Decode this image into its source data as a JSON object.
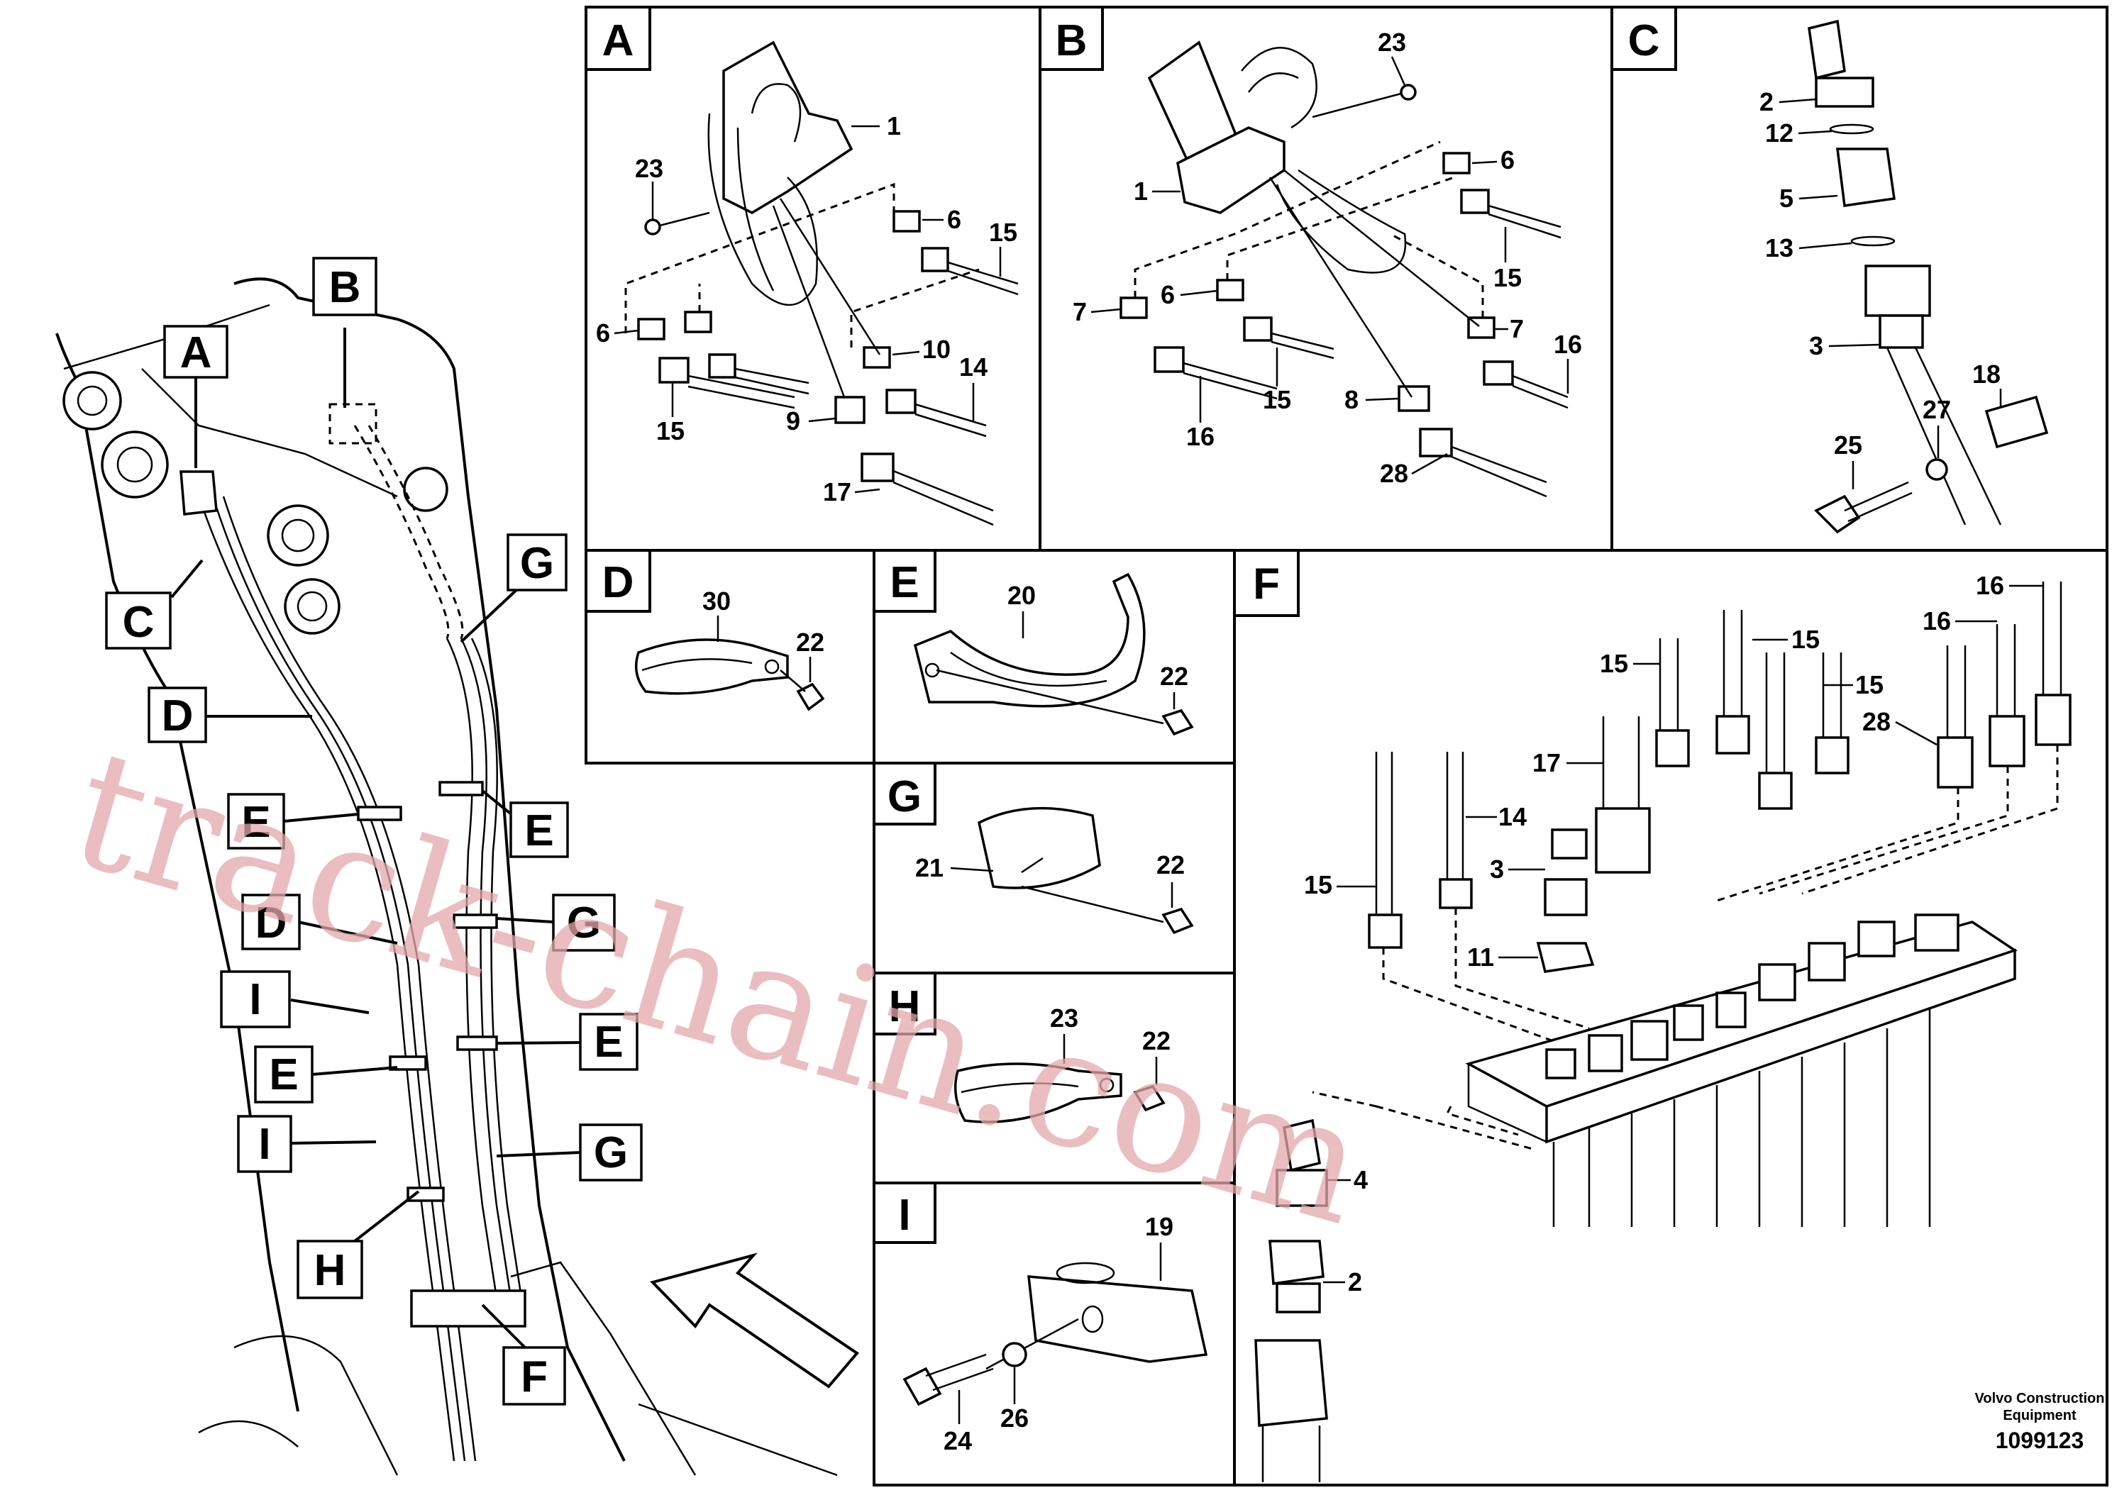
{
  "watermark": "track-chain.com",
  "footer": {
    "company_line1": "Volvo Construction",
    "company_line2": "Equipment",
    "drawing_number": "1099123"
  },
  "overview": {
    "callouts": [
      "A",
      "B",
      "C",
      "D",
      "E",
      "E",
      "D",
      "G",
      "G",
      "I",
      "E",
      "E",
      "I",
      "G",
      "H",
      "F"
    ]
  },
  "panels": {
    "A": {
      "title": "A",
      "parts": [
        "1",
        "23",
        "6",
        "15",
        "6",
        "15",
        "10",
        "14",
        "9",
        "17"
      ]
    },
    "B": {
      "title": "B",
      "parts": [
        "23",
        "1",
        "6",
        "15",
        "7",
        "6",
        "7",
        "16",
        "15",
        "16",
        "8",
        "28"
      ]
    },
    "C": {
      "title": "C",
      "parts": [
        "2",
        "12",
        "5",
        "13",
        "3",
        "18",
        "27",
        "25"
      ]
    },
    "D": {
      "title": "D",
      "parts": [
        "30",
        "22"
      ]
    },
    "E": {
      "title": "E",
      "parts": [
        "20",
        "22"
      ]
    },
    "G": {
      "title": "G",
      "parts": [
        "21",
        "22"
      ]
    },
    "H": {
      "title": "H",
      "parts": [
        "23",
        "22"
      ]
    },
    "I": {
      "title": "I",
      "parts": [
        "19",
        "24",
        "26"
      ]
    },
    "F": {
      "title": "F",
      "parts": [
        "16",
        "16",
        "15",
        "15",
        "15",
        "28",
        "17",
        "14",
        "15",
        "3",
        "11",
        "4",
        "2"
      ]
    }
  }
}
